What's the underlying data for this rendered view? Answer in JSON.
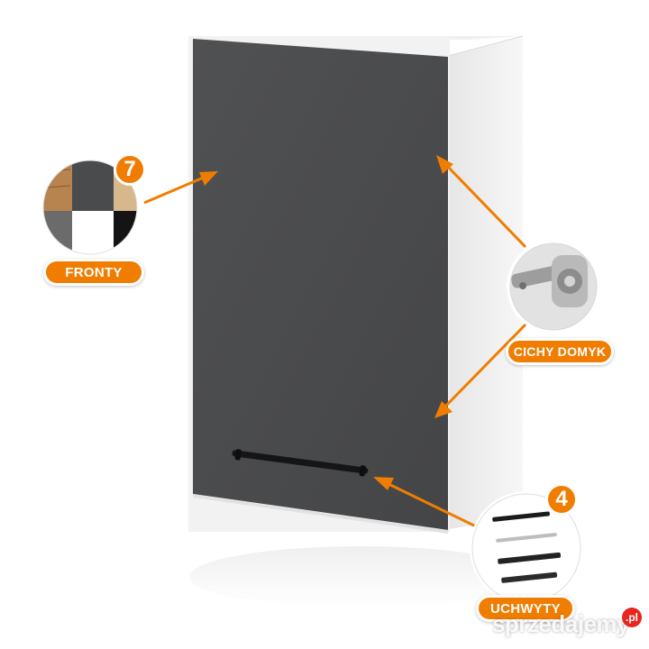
{
  "callouts": {
    "fronty": {
      "label": "FRONTY",
      "count": "7"
    },
    "hinge": {
      "label": "CICHY DOMYK"
    },
    "handles": {
      "label": "UCHWYTY",
      "count": "4"
    }
  },
  "watermark": {
    "text": "sprzedajemy",
    "tld": ".pl"
  },
  "colors": {
    "accent": "#f07d00",
    "door": "#4a4b4d",
    "carcass": "#f4f4f4",
    "handle": "#151515"
  },
  "swatches": [
    "wood-oak",
    "graphite",
    "light-wood",
    "grey",
    "white",
    "black"
  ]
}
